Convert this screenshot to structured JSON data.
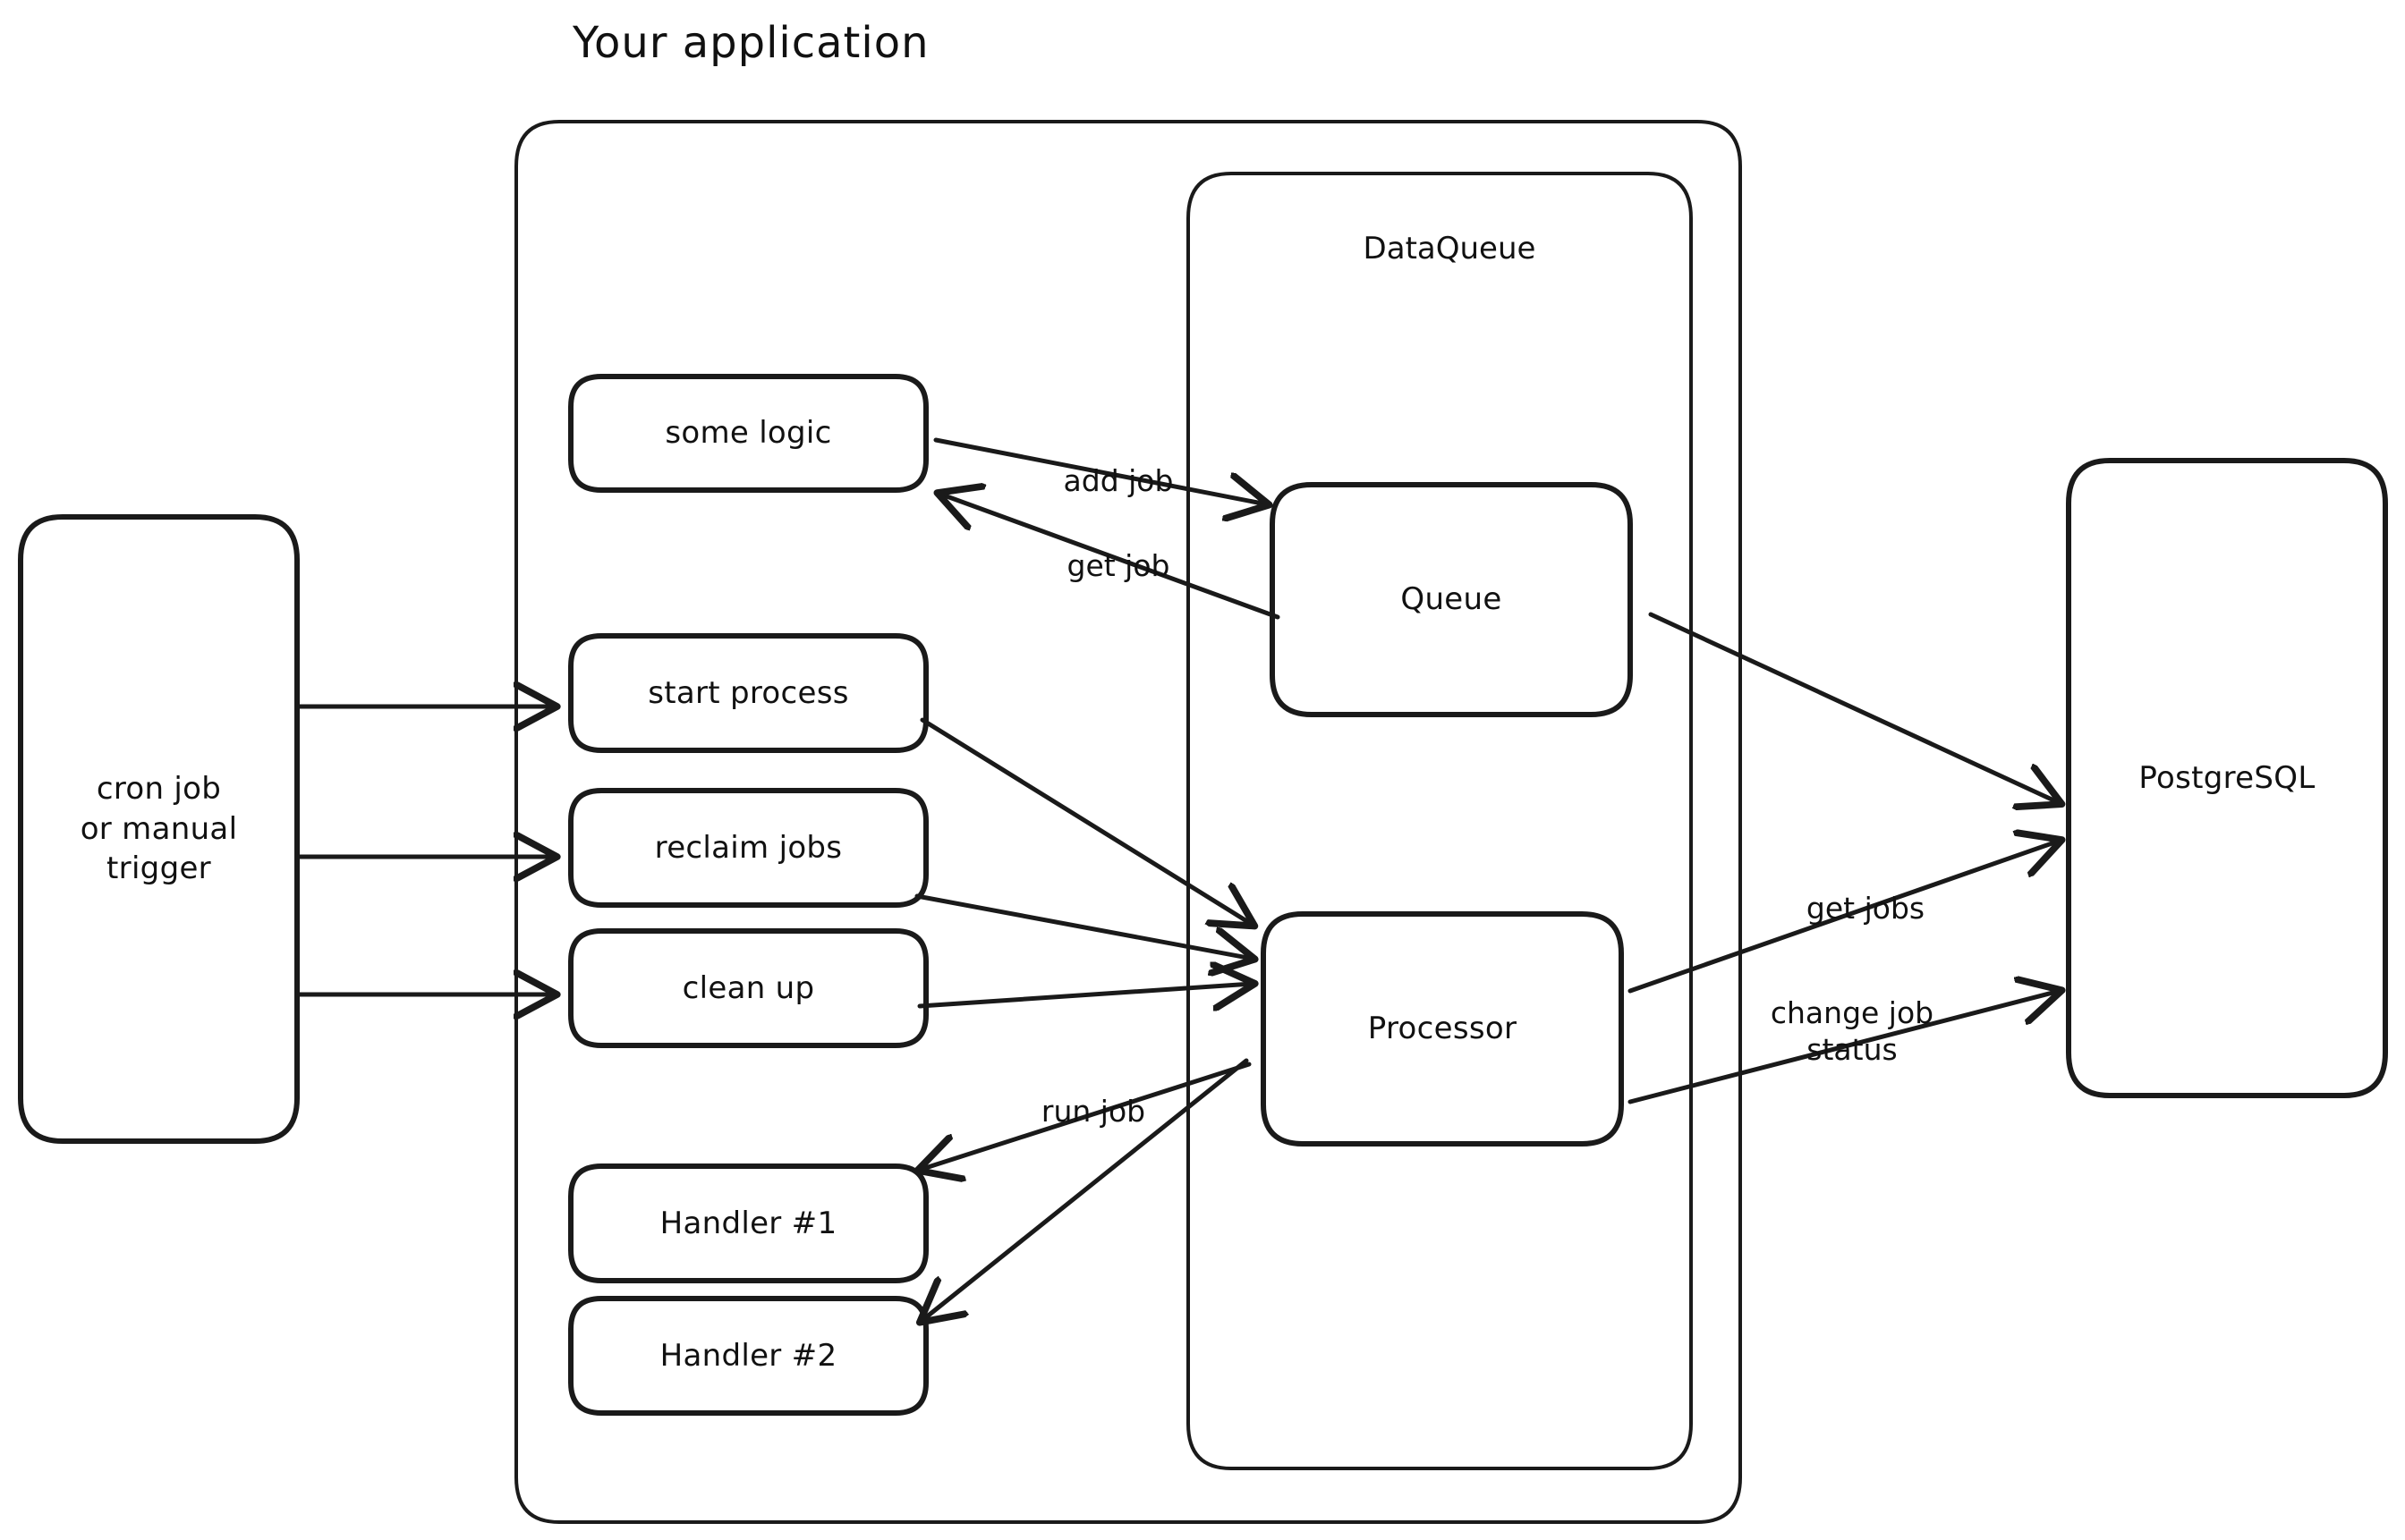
{
  "diagram": {
    "title": "Your application",
    "style": "hand-drawn architecture diagram",
    "stroke_color": "#1a1a1a",
    "background_color": "#ffffff",
    "groups": [
      {
        "id": "your-application",
        "label": "Your application",
        "label_position": "above-top-left"
      },
      {
        "id": "dataqueue",
        "label": "DataQueue",
        "label_position": "inside-top-center"
      }
    ],
    "nodes": [
      {
        "id": "cron-trigger",
        "label": "cron job\nor manual\ntrigger"
      },
      {
        "id": "some-logic",
        "label": "some logic"
      },
      {
        "id": "start-process",
        "label": "start process"
      },
      {
        "id": "reclaim-jobs",
        "label": "reclaim jobs"
      },
      {
        "id": "clean-up",
        "label": "clean up"
      },
      {
        "id": "handler-1",
        "label": "Handler #1"
      },
      {
        "id": "handler-2",
        "label": "Handler #2"
      },
      {
        "id": "queue",
        "label": "Queue"
      },
      {
        "id": "processor",
        "label": "Processor"
      },
      {
        "id": "postgresql",
        "label": "PostgreSQL"
      }
    ],
    "edges": [
      {
        "id": "cron-to-start",
        "from": "cron-trigger",
        "to": "start-process",
        "label": ""
      },
      {
        "id": "cron-to-reclaim",
        "from": "cron-trigger",
        "to": "reclaim-jobs",
        "label": ""
      },
      {
        "id": "cron-to-cleanup",
        "from": "cron-trigger",
        "to": "clean-up",
        "label": ""
      },
      {
        "id": "logic-to-queue",
        "from": "some-logic",
        "to": "queue",
        "label": "add job"
      },
      {
        "id": "queue-to-logic",
        "from": "queue",
        "to": "some-logic",
        "label": "get job"
      },
      {
        "id": "start-to-processor",
        "from": "start-process",
        "to": "processor",
        "label": ""
      },
      {
        "id": "reclaim-to-processor",
        "from": "reclaim-jobs",
        "to": "processor",
        "label": ""
      },
      {
        "id": "cleanup-to-processor",
        "from": "clean-up",
        "to": "processor",
        "label": ""
      },
      {
        "id": "processor-to-handler1",
        "from": "processor",
        "to": "handler-1",
        "label": "run job"
      },
      {
        "id": "processor-to-handler2",
        "from": "processor",
        "to": "handler-2",
        "label": ""
      },
      {
        "id": "queue-to-postgres",
        "from": "queue",
        "to": "postgresql",
        "label": ""
      },
      {
        "id": "processor-get-jobs",
        "from": "processor",
        "to": "postgresql",
        "label": "get jobs"
      },
      {
        "id": "processor-change-status",
        "from": "processor",
        "to": "postgresql",
        "label": "change job\nstatus"
      }
    ],
    "edge_labels": {
      "add_job": "add job",
      "get_job": "get job",
      "run_job": "run job",
      "get_jobs": "get jobs",
      "change_job_status": "change job\nstatus"
    }
  }
}
